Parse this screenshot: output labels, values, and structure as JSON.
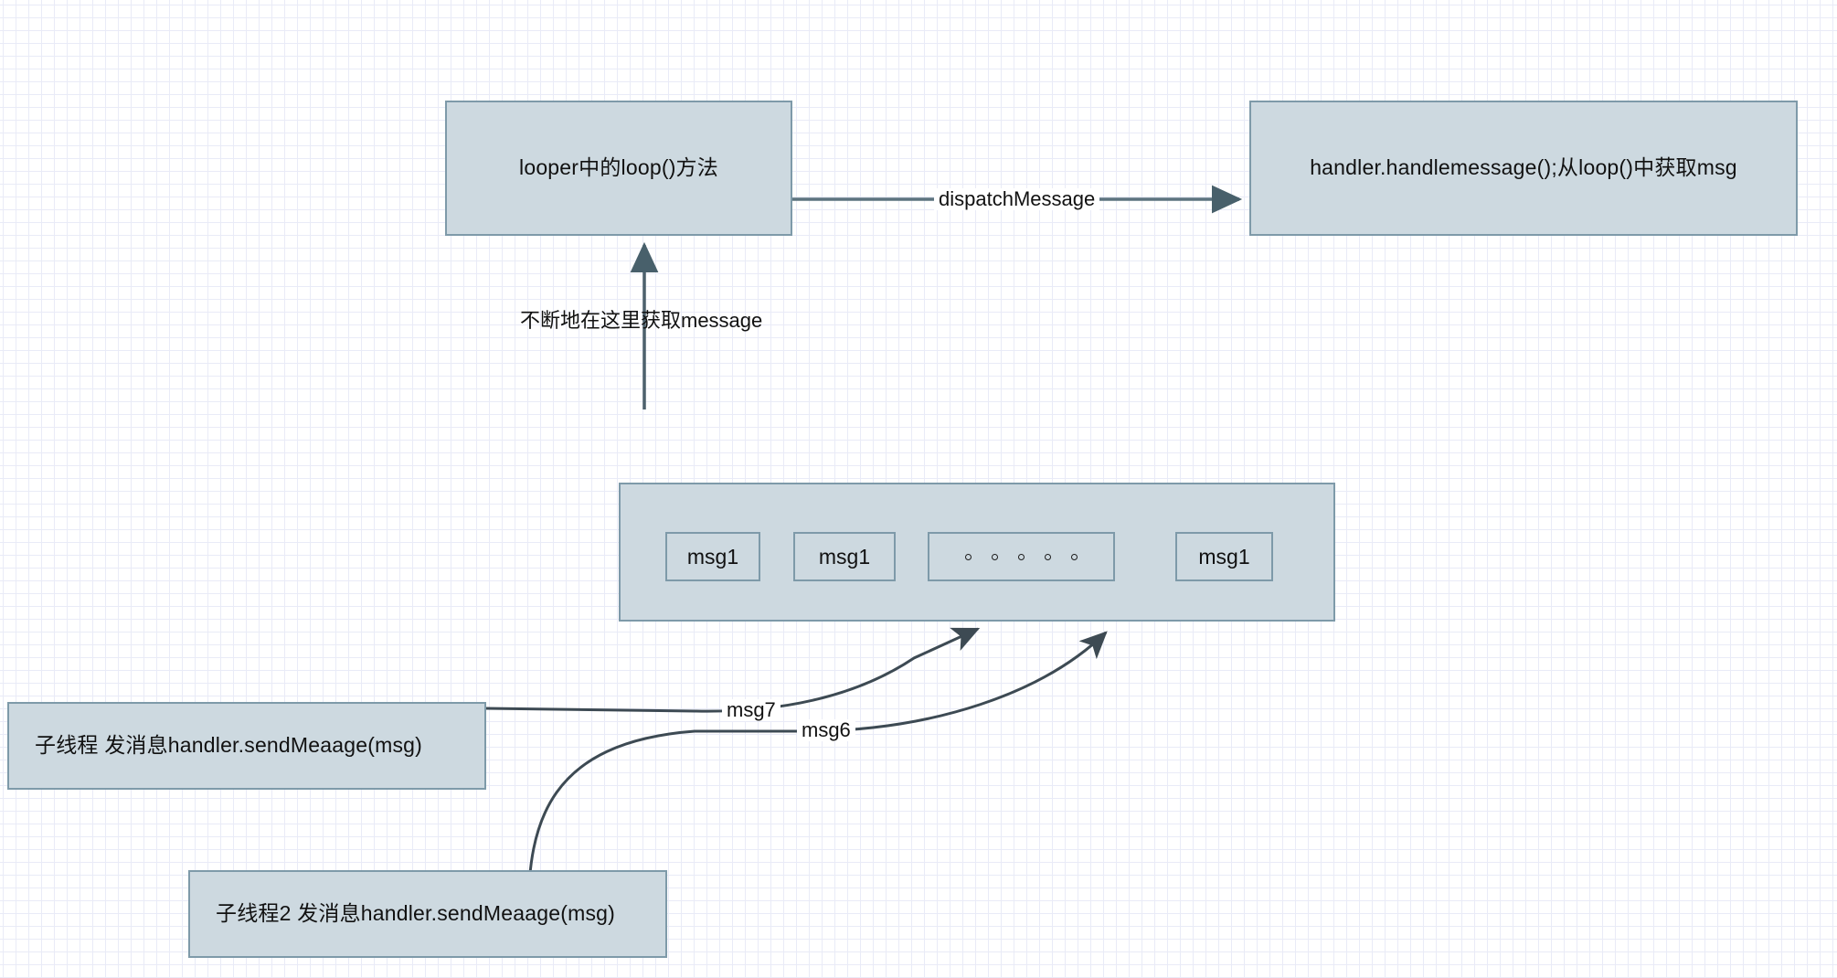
{
  "diagram": {
    "title": "Android Handler message loop flow",
    "colors": {
      "node_fill": "#cdd9e0",
      "node_border": "#7e9aa9",
      "edge_stroke": "#48606b",
      "grid_minor": "#e9ebf7",
      "grid_major": "#d6d9f0",
      "text": "#111111"
    },
    "nodes": {
      "looper_loop": "looper中的loop()方法",
      "handler_handle": "handler.handlemessage();从loop()中获取msg",
      "child_thread_1": "子线程  发消息handler.sendMeaage(msg)",
      "child_thread_2": "子线程2  发消息handler.sendMeaage(msg)"
    },
    "queue": {
      "items": [
        {
          "type": "message",
          "label": "msg1"
        },
        {
          "type": "message",
          "label": "msg1"
        },
        {
          "type": "ellipsis",
          "label": "",
          "dot_count": 5
        },
        {
          "type": "message",
          "label": "msg1"
        }
      ]
    },
    "edges": [
      {
        "id": "dispatch",
        "label": "dispatchMessage"
      },
      {
        "id": "fetch-loop",
        "label": "不断地在这里获取message"
      },
      {
        "id": "msg7",
        "label": "msg7"
      },
      {
        "id": "msg6",
        "label": "msg6"
      }
    ]
  }
}
